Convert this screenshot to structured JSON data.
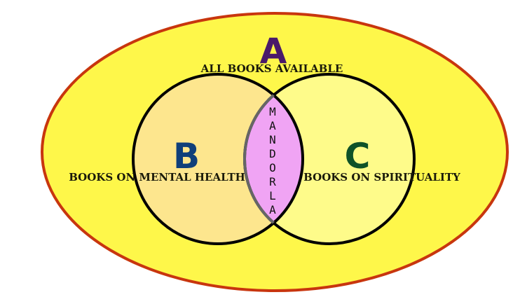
{
  "set_a": {
    "letter": "A",
    "label": "ALL BOOKS AVAILABLE",
    "fill": "#fef74a",
    "stroke": "#c8360e",
    "letter_color": "#4a1a6a"
  },
  "set_b": {
    "letter": "B",
    "label": "BOOKS ON MENTAL HEALTH",
    "fill": "#fde68e",
    "letter_color": "#0f3f7a"
  },
  "set_c": {
    "letter": "C",
    "label": "BOOKS ON SPIRITUALITY",
    "fill": "#fefb8a",
    "letter_color": "#0f5228"
  },
  "intersection": {
    "label": "MANDORLA",
    "letters": [
      "M",
      "A",
      "N",
      "D",
      "O",
      "R",
      "L",
      "A"
    ],
    "fill": "#f0a4f4"
  }
}
